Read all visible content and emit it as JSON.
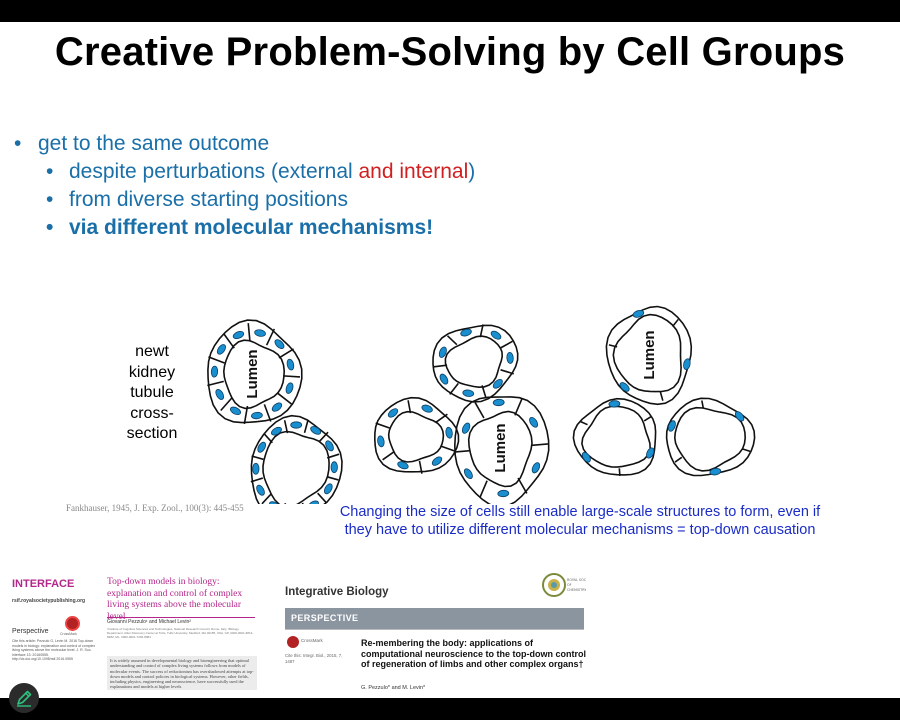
{
  "slide": {
    "title": "Creative Problem-Solving by Cell Groups",
    "bullets": {
      "b1": "get to the same outcome",
      "b2_prefix": "despite perturbations (external ",
      "b2_highlight": "and internal",
      "b2_suffix": ")",
      "b3": "from diverse starting positions",
      "b4": "via different molecular mechanisms!"
    },
    "bullet_glyph": "•",
    "highlight_color": "#d11f1f",
    "bullet_color": "#1a6fa8",
    "figure_label": "newt\nkidney\ntubule\ncross-\nsection",
    "lumen_label": "Lumen",
    "citation": "Fankhauser, 1945, J. Exp. Zool., 100(3): 445-455",
    "caption": "Changing the size of cells still enable large-scale structures to form, even if they have to utilize different molecular mechanisms = top-down causation",
    "caption_color": "#1a2cc8",
    "nucleus_color": "#1a8fd0"
  },
  "paper1": {
    "brand": "INTERFACE",
    "url": "rsif.royalsocietypublishing.org",
    "type": "Perspective",
    "crossmark": "CrossMark",
    "cite_text": "Cite this article: Pezzulo G, Levin M. 2016 Top-down models in biology: explanation and control of complex living systems above the molecular level. J. R. Soc. Interface 13: 20160555. http://dx.doi.org/10.1098/rsif.2016.0555",
    "title": "Top-down models in biology: explanation and control of complex living systems above the molecular level",
    "authors": "Giovanni Pezzulo¹ and Michael Levin²",
    "affiliations": "¹Institute of Cognitive Sciences and Technologies, National Research Council, Rome, Italy; ²Biology Department, Allen Discovery Center at Tufts, Tufts University, Medford, MA 02155, USA. GP, 0000-0001-6813-8282; ML, 0000-0001-7292-8084",
    "abstract": "It is widely assumed in developmental biology and bioengineering that optimal understanding and control of complex living systems follows from models of molecular events. The success of reductionism has overshadowed attempts at top-down models and control policies in biological systems. However, other fields, including physics, engineering and neuroscience, have successfully used the explanations and models at higher levels"
  },
  "paper2": {
    "journal": "Integrative Biology",
    "band_label": "PERSPECTIVE",
    "crossmark": "CrossMark",
    "cite_text": "Cite this: Integr. Biol., 2015, 7, 1487",
    "title": "Re-membering the body: applications of computational neuroscience to the top-down control of regeneration of limbs and other complex organs†",
    "authors": "G. Pezzulo* and M. Levin*",
    "rsc_label": "ROYAL SOCIETY OF CHEMISTRY"
  },
  "icons": {
    "pen": "pen-icon"
  }
}
